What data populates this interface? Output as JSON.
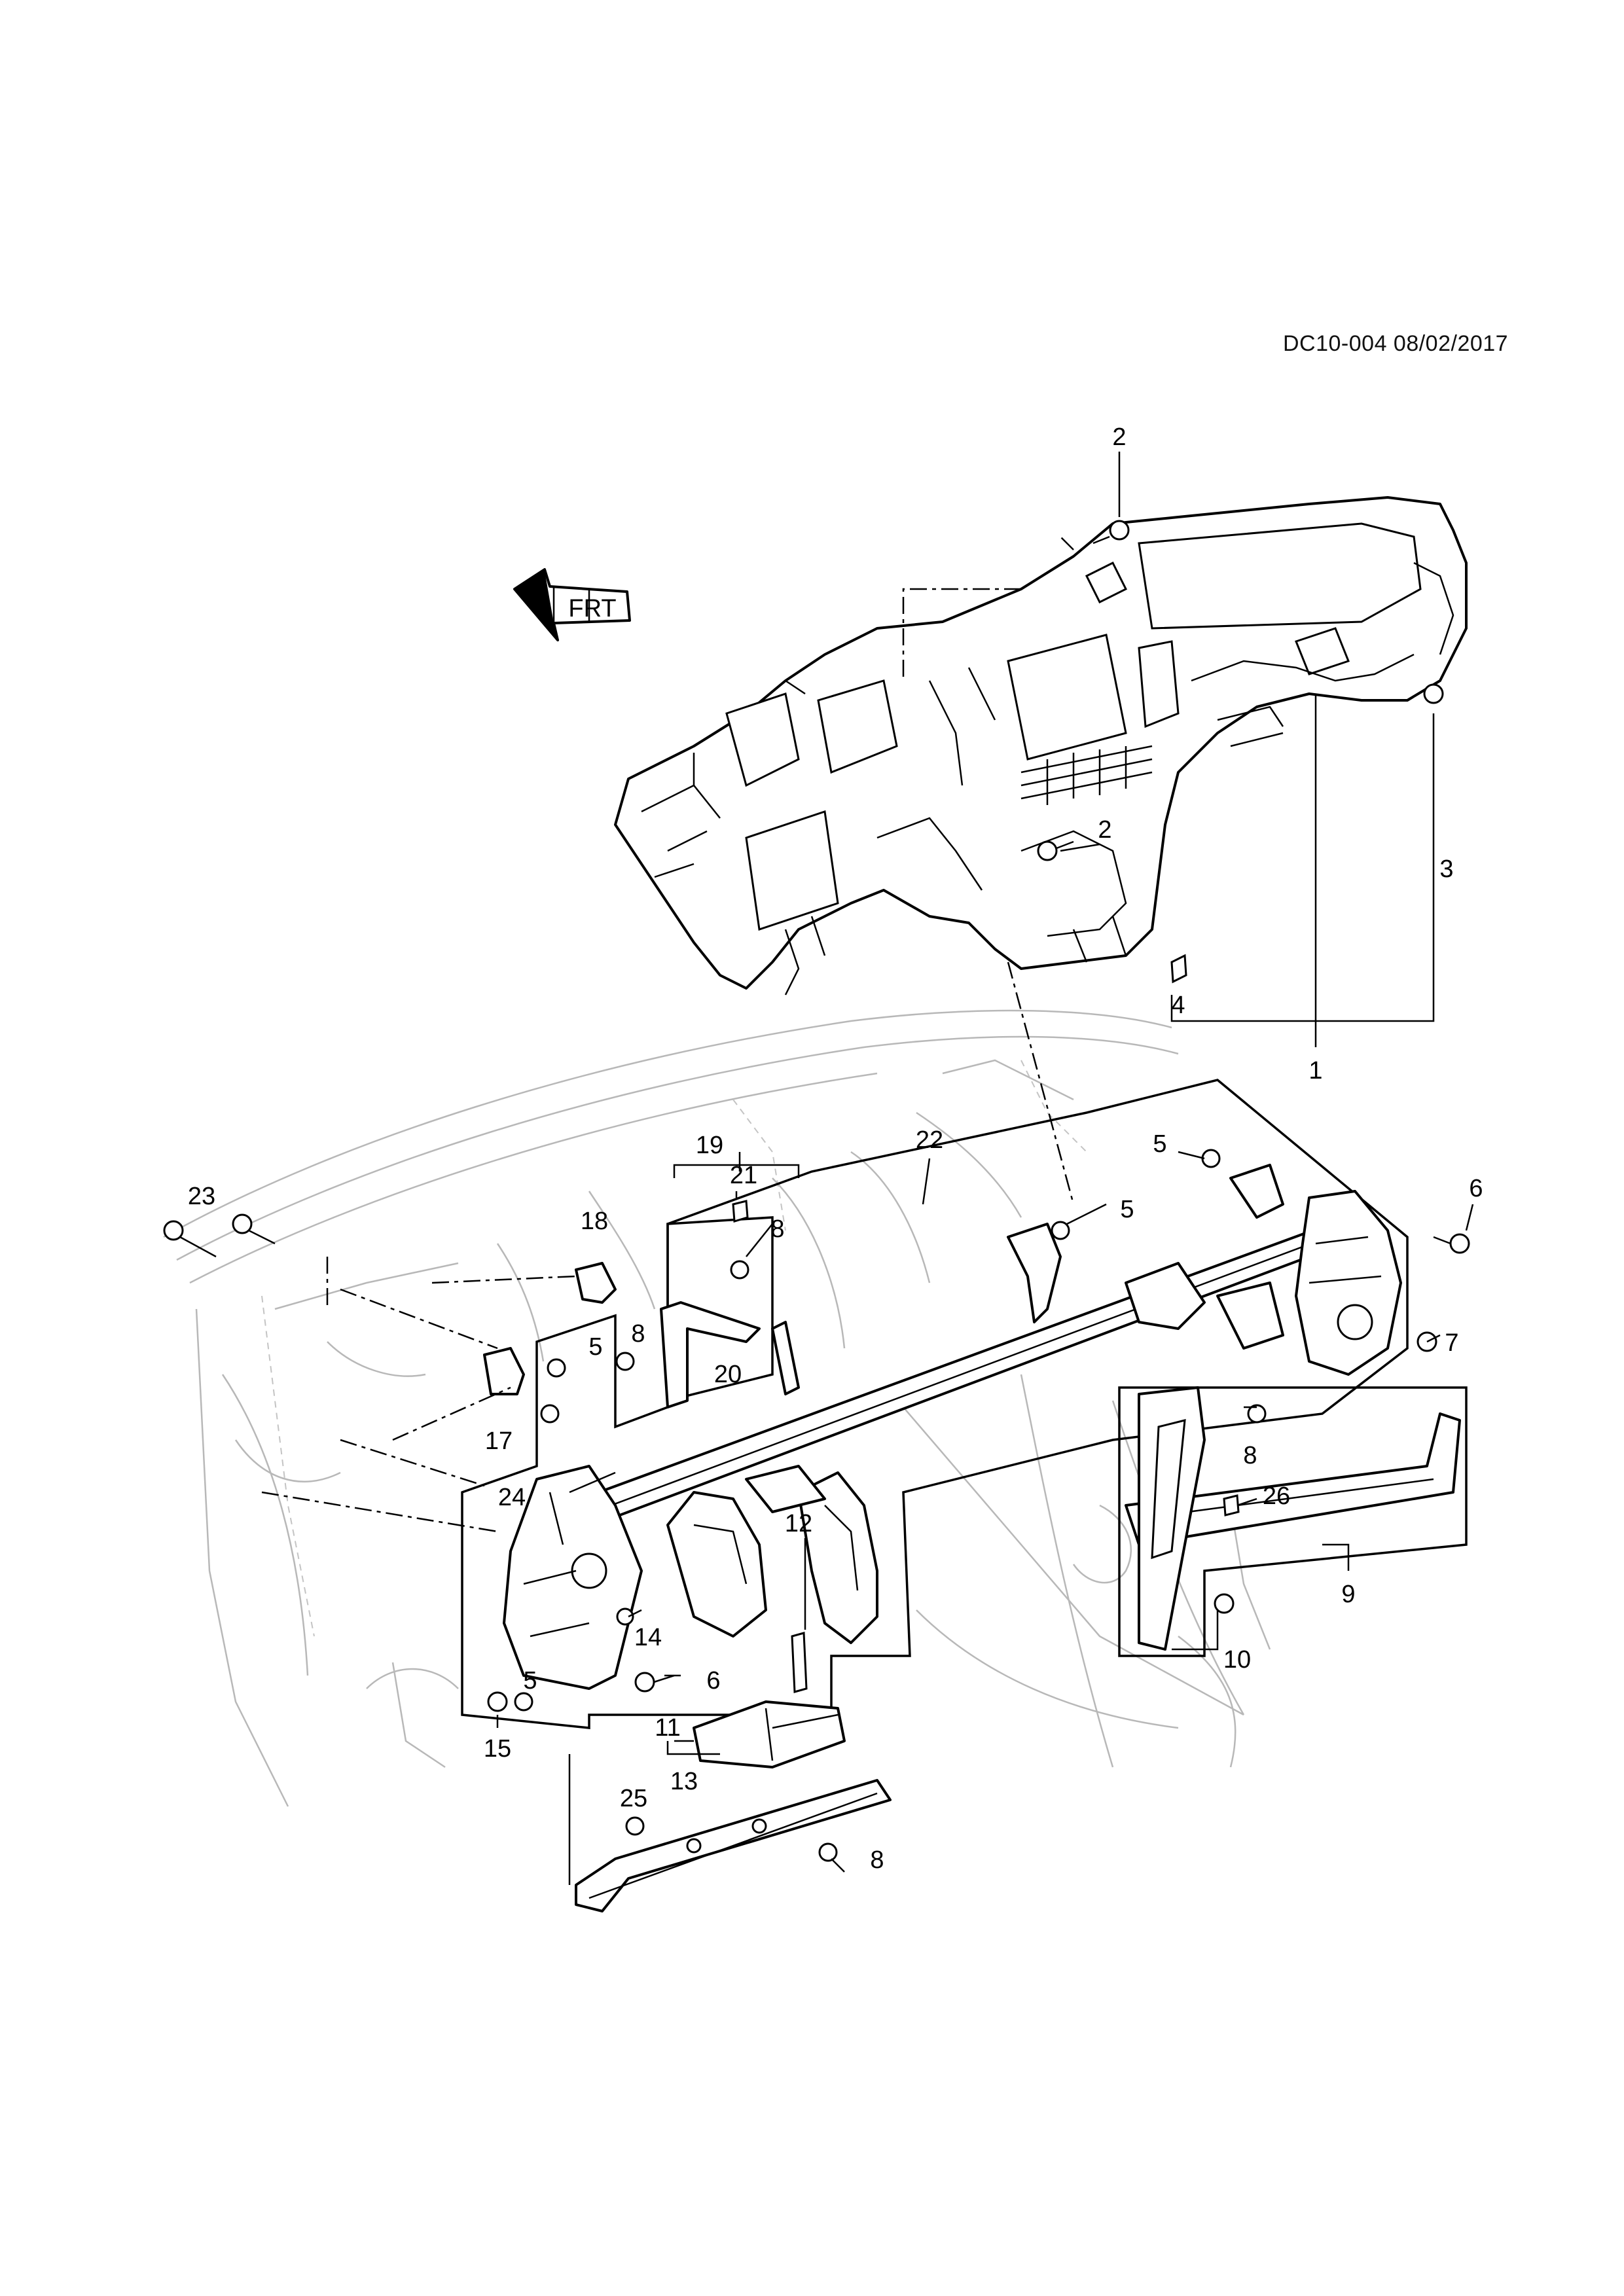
{
  "document_code": "DC10-004 08/02/2017",
  "orientation_marker": "FRT",
  "callouts": [
    "1",
    "2",
    "2",
    "3",
    "4",
    "5",
    "5",
    "5",
    "5",
    "6",
    "6",
    "7",
    "8",
    "8",
    "8",
    "8",
    "9",
    "10",
    "11",
    "12",
    "13",
    "14",
    "15",
    "17",
    "18",
    "19",
    "20",
    "21",
    "22",
    "23",
    "24",
    "25",
    "26"
  ],
  "colors": {
    "line": "#000000",
    "ghost": "#b8b8b8",
    "background": "#ffffff"
  }
}
